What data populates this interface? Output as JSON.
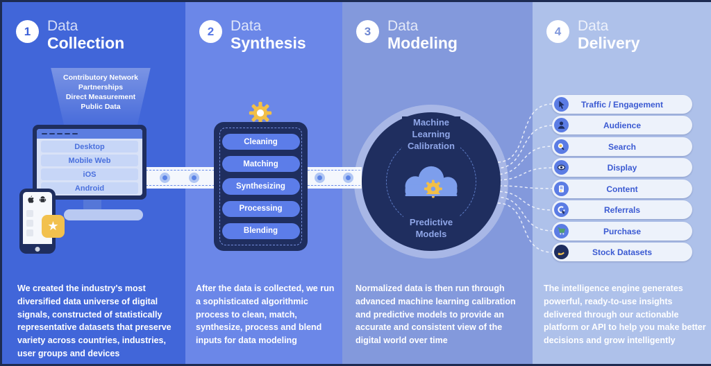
{
  "infographic": {
    "panels": [
      {
        "number": "1",
        "title_line1": "Data",
        "title_line2": "Collection",
        "sources": [
          "Contributory Network",
          "Partnerships",
          "Direct Measurement",
          "Public Data"
        ],
        "platforms": [
          "Desktop",
          "Mobile Web",
          "iOS",
          "Android"
        ],
        "description": "We created the industry's most diversified data universe of digital signals, constructed of statistically representative datasets that preserve variety across countries, industries, user groups and devices"
      },
      {
        "number": "2",
        "title_line1": "Data",
        "title_line2": "Synthesis",
        "steps": [
          "Cleaning",
          "Matching",
          "Synthesizing",
          "Processing",
          "Blending"
        ],
        "description": "After the data is collected, we run a sophisticated algorithmic process to clean, match, synthesize, process and blend inputs for data modeling"
      },
      {
        "number": "3",
        "title_line1": "Data",
        "title_line2": "Modeling",
        "hub_top_label": "Machine Learning Calibration",
        "hub_bottom_label": "Predictive Models",
        "description": "Normalized data is then run through advanced machine learning calibration and predictive models to provide an accurate and consistent view of the digital world over time"
      },
      {
        "number": "4",
        "title_line1": "Data",
        "title_line2": "Delivery",
        "channels": [
          {
            "label": "Traffic / Engagement",
            "icon": "cursor-icon"
          },
          {
            "label": "Audience",
            "icon": "person-icon"
          },
          {
            "label": "Search",
            "icon": "magnifier-icon"
          },
          {
            "label": "Display",
            "icon": "eye-icon"
          },
          {
            "label": "Content",
            "icon": "document-icon"
          },
          {
            "label": "Referrals",
            "icon": "circular-arrow-icon"
          },
          {
            "label": "Purchase",
            "icon": "cart-icon"
          },
          {
            "label": "Stock Datasets",
            "icon": "chart-icon"
          }
        ],
        "description": "The intelligence engine generates powerful, ready-to-use insights delivered through our actionable platform or API to help you make better decisions and grow intelligently"
      }
    ],
    "colors": {
      "frame": "#1d2b52",
      "panel1_bg": "#4166d9",
      "panel2_bg": "#6b87e8",
      "panel3_bg": "#8399dc",
      "panel4_bg": "#aec1ea",
      "navy": "#1f2e5f",
      "accent_yellow": "#f2c14e",
      "pill_blue": "#5c7de9",
      "belt_white": "#f4f7fd",
      "hub_text": "#8fa6e8",
      "channel_text": "#3b5ad2"
    }
  }
}
